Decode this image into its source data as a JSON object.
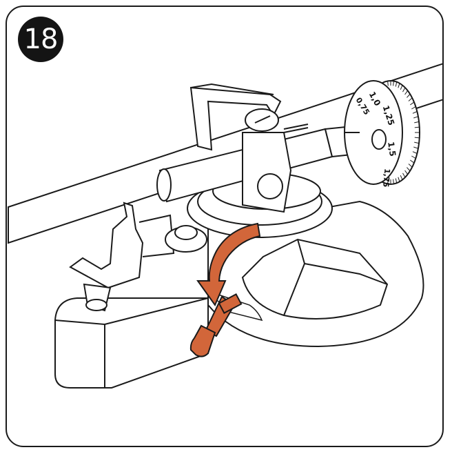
{
  "step": {
    "number": "18"
  },
  "dial": {
    "labels": [
      "0.75",
      "1.0",
      "1.25",
      "1.5",
      "1.75"
    ],
    "label_display": [
      "0,75",
      "1,0",
      "1,25",
      "1,5",
      "1,75"
    ]
  },
  "colors": {
    "accent": "#D2663A",
    "ink": "#1a1a1a",
    "background": "#ffffff"
  },
  "icons": {
    "rotation_arrow": "curved-arrow-counterclockwise-icon",
    "lock_pin": "lock-pin-icon"
  }
}
